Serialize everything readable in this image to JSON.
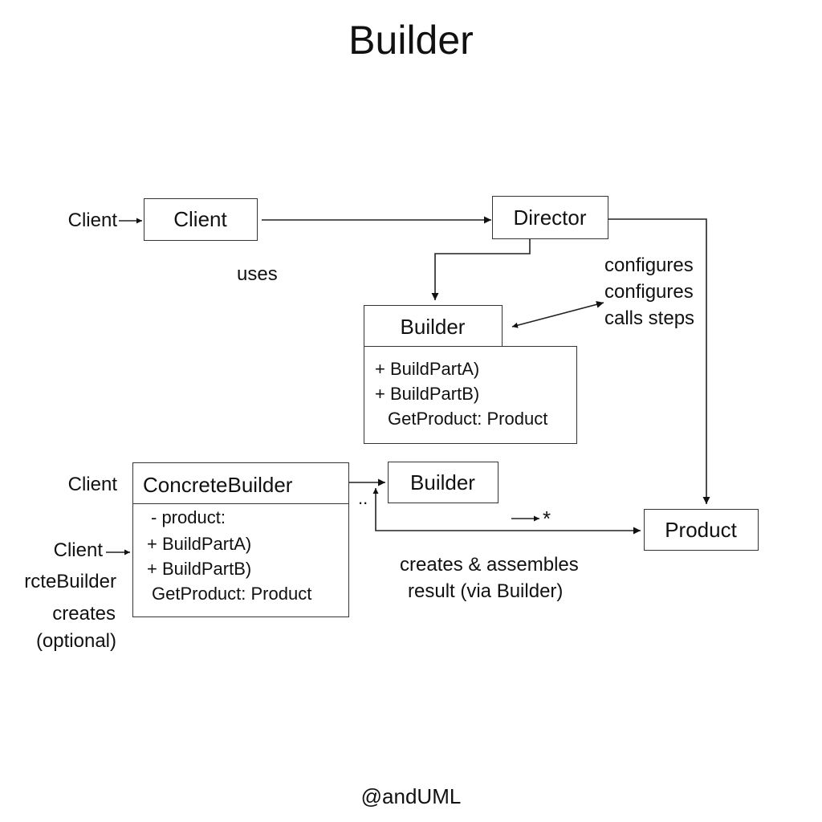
{
  "title": "Builder",
  "footer": "@andUML",
  "side_labels": {
    "client_top": "Client",
    "client_mid": "Client",
    "client_low": "Client",
    "concrete_builder_cut": "rcteBuilder",
    "creates": "creates",
    "optional": "(optional)"
  },
  "boxes": {
    "client": {
      "name": "Client"
    },
    "director": {
      "name": "Director"
    },
    "builder_main": {
      "name": "Builder",
      "ops": [
        "+ BuildPartA)",
        "+ BuildPartB)",
        "GetProduct: Product"
      ]
    },
    "concrete_builder": {
      "name": "ConcreteBuilder",
      "members": [
        "- product:",
        "+ BuildPartA)",
        "+ BuildPartB)",
        "GetProduct:  Product"
      ]
    },
    "builder_small": {
      "name": "Builder"
    },
    "product": {
      "name": "Product"
    }
  },
  "edge_labels": {
    "uses": "uses",
    "configures_1": "configures",
    "configures_2": "configures",
    "calls_steps": "calls steps",
    "star": "*",
    "dots": "..",
    "creates_assembles": "creates & assembles",
    "result_via": "result (via Builder)"
  }
}
